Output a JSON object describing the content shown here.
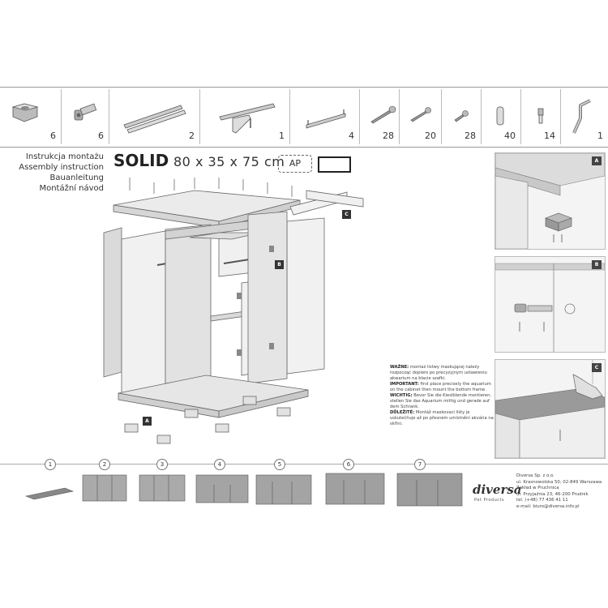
{
  "parts": [
    {
      "qty": "6",
      "icon": "cam-connector-icon"
    },
    {
      "qty": "6",
      "icon": "hinge-icon"
    },
    {
      "qty": "2",
      "icon": "drawer-rail-icon"
    },
    {
      "qty": "1",
      "icon": "rail-set-icon"
    },
    {
      "qty": "4",
      "icon": "handle-icon"
    },
    {
      "qty": "28",
      "icon": "long-screw-icon"
    },
    {
      "qty": "20",
      "icon": "screw-icon"
    },
    {
      "qty": "28",
      "icon": "short-screw-icon"
    },
    {
      "qty": "40",
      "icon": "dowel-icon"
    },
    {
      "qty": "14",
      "icon": "shelf-pin-icon"
    },
    {
      "qty": "1",
      "icon": "allen-key-icon"
    }
  ],
  "titles": [
    "Instrukcja montażu",
    "Assembly instruction",
    "Bauanleitung",
    "Montážní návod"
  ],
  "product": {
    "name": "SOLID",
    "dimensions": "80 x 35 x 75 cm",
    "code": "AP"
  },
  "callouts": {
    "a": "A",
    "b": "B",
    "c": "C"
  },
  "notes": {
    "pl_label": "WAŻNE:",
    "pl_text": " montaż listwy maskującej należy rozpocząć dopiero po precyzyjnym ustawieniu akwarium na blacie szafki.",
    "en_label": "IMPORTANT:",
    "en_text": " first place precisely the aquarium on the cabinet then mount the bottom frame.",
    "de_label": "WICHTIG:",
    "de_text": " Bevor Sie die Kieslblende montieren, stellen Sie das Aquarium mittig und gerade auf dem Schrank.",
    "cz_label": "DŮLEŽITÉ:",
    "cz_text": " Montáž maskovací lišty je uskutečňuje až po přesném umístnění akvária na skříni."
  },
  "steps": [
    "1",
    "2",
    "3",
    "4",
    "5",
    "6",
    "7"
  ],
  "company": {
    "logo": "diversa",
    "logo_sub": "Pet Products",
    "lines": [
      "Diversa Sp. z o.o.",
      "ul. Krasnowolska 50, 02-849 Warszawa",
      "Zakład w Pruchnica",
      "ul. Przyjaźnia 23, 46-200 Prudnik",
      "tel. (+48) 77 436 41 11",
      "e-mail: biuro@diversa.info.pl"
    ]
  }
}
